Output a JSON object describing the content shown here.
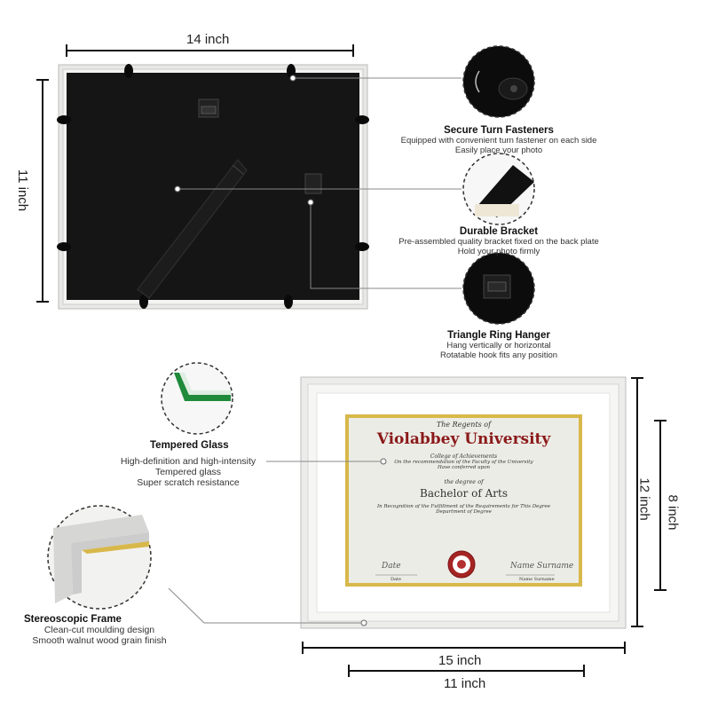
{
  "dimensions": {
    "back_width": "14 inch",
    "back_height": "11 inch",
    "front_height_outer": "12 inch",
    "front_height_inner": "8 inch",
    "front_width_outer": "15 inch",
    "front_width_inner": "11 inch"
  },
  "features": {
    "turn_fasteners": {
      "title": "Secure Turn Fasteners",
      "lines": [
        "Equipped with convenient turn fastener on each side",
        "Easily place your photo"
      ]
    },
    "bracket": {
      "title": "Durable Bracket",
      "lines": [
        "Pre-assembled quality bracket fixed on the back plate",
        "Hold your photo firmly"
      ]
    },
    "hanger": {
      "title": "Triangle Ring Hanger",
      "lines": [
        "Hang vertically or horizontal",
        "Rotatable hook fits any position"
      ]
    },
    "glass": {
      "title": "Tempered Glass",
      "lines": [
        "High-definition and high-intensity",
        "Tempered glass",
        "Super scratch resistance"
      ]
    },
    "frame": {
      "title": "Stereoscopic Frame",
      "lines": [
        "Clean-cut moulding design",
        "Smooth walnut wood grain finish"
      ]
    }
  },
  "certificate": {
    "header": "The Regents of",
    "university": "Violabbey University",
    "college": "College of Achievements",
    "recommendation": "On the recommendation of the Faculty of the University",
    "conferred": "Have conferred upon",
    "degree_of": "the degree of",
    "degree": "Bachelor of Arts",
    "recognition": "In Recognition of the Fulfillment of the Requirements for This Degree",
    "department": "Department of Degree",
    "date_script": "Date",
    "date_label": "Date",
    "name_script": "Name Surname",
    "name_label": "Name Surname"
  },
  "colors": {
    "frame_white": "#eeeeec",
    "backing_black": "#111111",
    "mat_gold": "#d8b84a",
    "glass_green": "#1f8a3a",
    "university_red": "#8b1a1a"
  }
}
